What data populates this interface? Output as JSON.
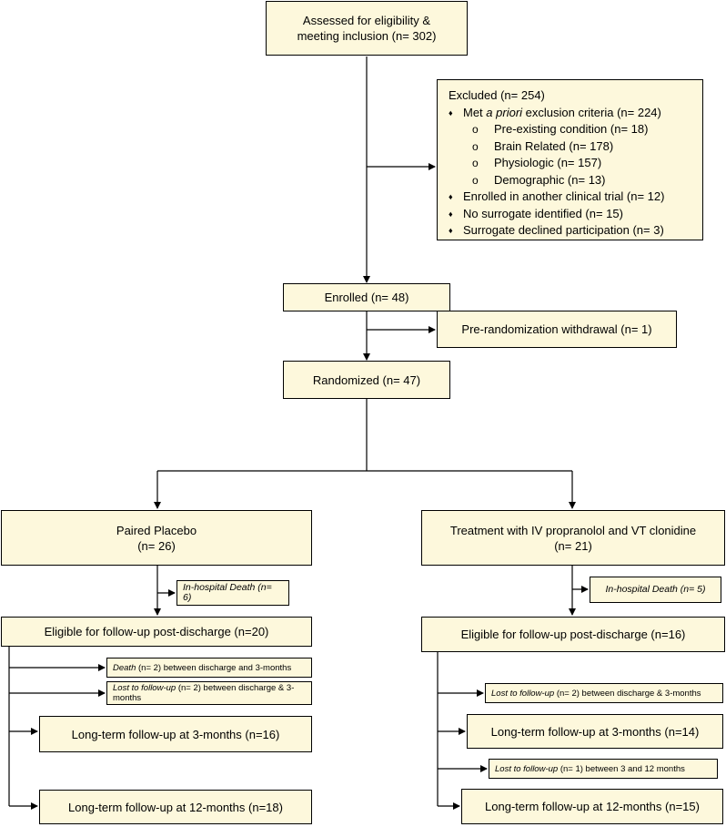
{
  "assessed": {
    "line1": "Assessed for eligibility &",
    "line2": "meeting inclusion (n= 302)"
  },
  "excluded": {
    "title": "Excluded (n= 254)",
    "met_pre": "Met ",
    "met_ital": "a priori",
    "met_post": " exclusion criteria (n= 224)",
    "sub": [
      "Pre-existing condition (n= 18)",
      "Brain Related (n= 178)",
      "Physiologic (n= 157)",
      "Demographic (n= 13)"
    ],
    "others": [
      "Enrolled in another clinical trial (n= 12)",
      "No surrogate identified (n= 15)",
      "Surrogate declined participation (n= 3)"
    ]
  },
  "enrolled": "Enrolled (n= 48)",
  "withdrawal": "Pre-randomization withdrawal (n= 1)",
  "randomized": "Randomized (n= 47)",
  "left": {
    "arm_line1": "Paired Placebo",
    "arm_line2": "(n= 26)",
    "death": "In-hospital Death (n= 6)",
    "eligible": "Eligible for follow-up post-discharge (n=20)",
    "death_fu": {
      "ital": "Death",
      "rest": " (n= 2) between discharge and 3-months"
    },
    "lost_fu": {
      "ital": "Lost to follow-up",
      "rest": " (n= 2) between discharge & 3-months"
    },
    "fu3": "Long-term follow-up at 3-months (n=16)",
    "fu12": "Long-term follow-up at 12-months (n=18)"
  },
  "right": {
    "arm_line1": "Treatment with IV propranolol and VT clonidine",
    "arm_line2": "(n= 21)",
    "death": "In-hospital Death (n= 5)",
    "eligible": "Eligible for follow-up post-discharge (n=16)",
    "lost_a": {
      "ital": "Lost to follow-up",
      "rest": " (n= 2) between discharge & 3-months"
    },
    "fu3": "Long-term follow-up at 3-months (n=14)",
    "lost_b": {
      "ital": "Lost to follow-up",
      "rest": " (n= 1) between 3 and 12 months"
    },
    "fu12": "Long-term follow-up at 12-months (n=15)"
  }
}
